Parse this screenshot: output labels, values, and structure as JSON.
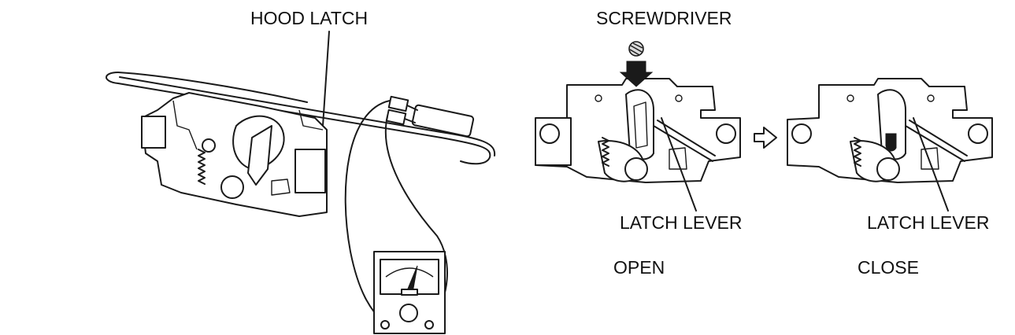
{
  "labels": {
    "hood_latch": "HOOD  LATCH",
    "screwdriver": "SCREWDRIVER",
    "latch_lever_open": "LATCH LEVER",
    "latch_lever_close": "LATCH LEVER",
    "open": "OPEN",
    "close": "CLOSE"
  },
  "colors": {
    "line": "#1a1a1a",
    "background": "#ffffff"
  },
  "icons": {
    "transition_arrow": "hollow-right-arrow-icon",
    "push_arrow": "down-arrow-icon"
  }
}
